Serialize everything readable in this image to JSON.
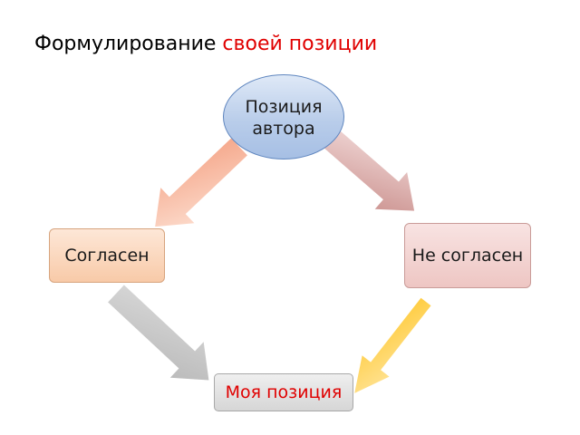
{
  "title": {
    "part1": "Формулирование ",
    "part2": "своей позиции"
  },
  "nodes": {
    "author": {
      "line1": "Позиция",
      "line2": "автора"
    },
    "agree": {
      "label": "Согласен"
    },
    "disagree": {
      "label": "Не согласен"
    },
    "my_position": {
      "label": "Моя позиция"
    }
  },
  "colors": {
    "title_accent": "#e00000",
    "author_fill": "#b9cdea",
    "agree_fill": "#f8caa8",
    "disagree_fill": "#eec6c3",
    "my_position_fill": "#d6d6d6",
    "my_position_text": "#e00000",
    "arrow_author_to_agree": "#f4a88a",
    "arrow_author_to_disagree": "#d6a3a1",
    "arrow_agree_to_my": "#c8c8c8",
    "arrow_disagree_to_my": "#ffd25a"
  }
}
